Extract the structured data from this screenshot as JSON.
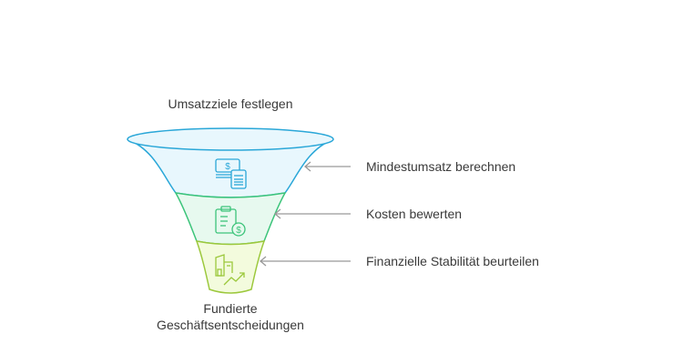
{
  "title": "Umsatzziele festlegen",
  "result": [
    "Fundierte",
    "Geschäftsentscheidungen"
  ],
  "stages": [
    {
      "label": "Mindestumsatz berechnen",
      "icon": "money-calculator-icon",
      "stroke": "#2aa7d8",
      "fill": "#e8f7fd"
    },
    {
      "label": "Kosten bewerten",
      "icon": "clipboard-dollar-icon",
      "stroke": "#3cc47a",
      "fill": "#e7f9ef"
    },
    {
      "label": "Finanzielle Stabilität beurteilen",
      "icon": "building-growth-icon",
      "stroke": "#9cc83c",
      "fill": "#f3fbdd"
    }
  ]
}
